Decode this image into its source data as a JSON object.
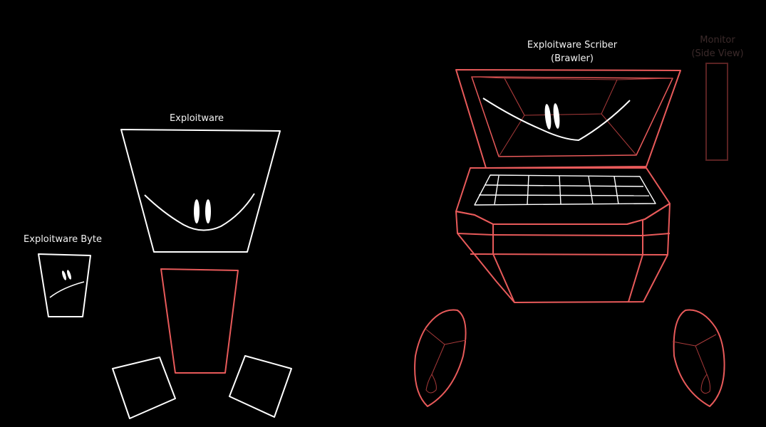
{
  "colors": {
    "background": "#000000",
    "white_outline": "#ffffff",
    "red_outline": "#e85a5a",
    "dark_red_outline": "#a83a3a",
    "monitor_outline": "#5a2222",
    "monitor_label": "#3b2a2a"
  },
  "labels": {
    "exploitware": "Exploitware",
    "exploitware_byte": "Exploitware Byte",
    "scriber_line1": "Exploitware Scriber",
    "scriber_line2": "(Brawler)",
    "monitor_line1": "Monitor",
    "monitor_line2": "(Side View)"
  }
}
